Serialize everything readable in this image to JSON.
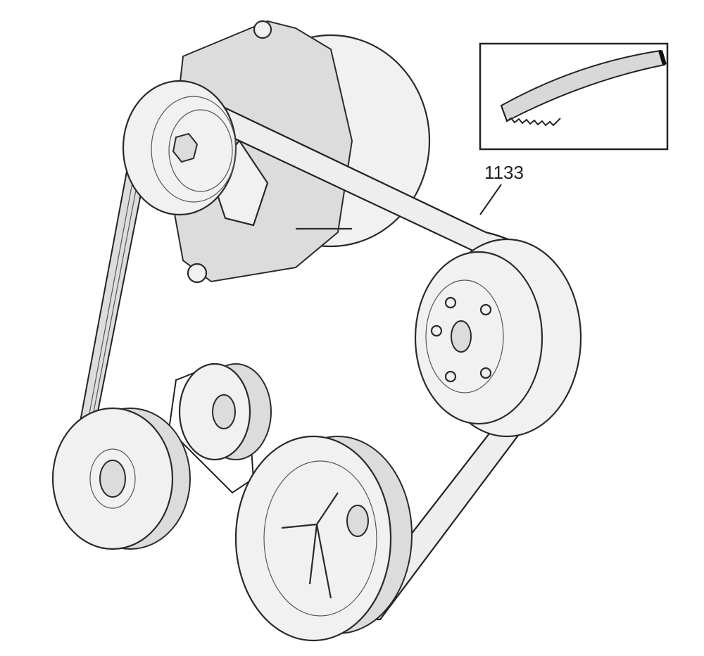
{
  "diagram": {
    "part_number_label": "1133",
    "components": [
      "alternator",
      "alternator-pulley",
      "crankshaft-pulley",
      "power-steering-pulley",
      "idler-pulley",
      "water-pump-pulley",
      "poly-v-belt",
      "belt-cross-section-inset"
    ]
  }
}
